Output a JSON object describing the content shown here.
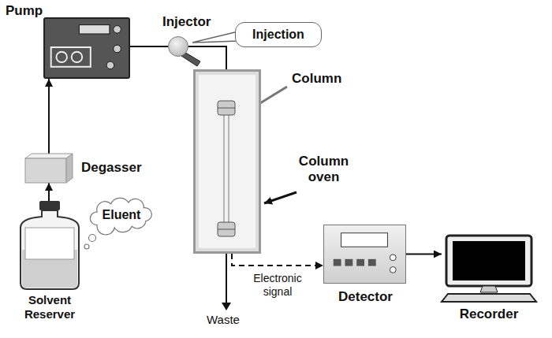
{
  "diagram": {
    "nodes": [
      {
        "text": [
          "Pump"
        ]
      },
      {
        "text": [
          "Injector"
        ]
      },
      {
        "text": [
          "Injection"
        ]
      },
      {
        "text": [
          "Column oven"
        ]
      },
      {
        "text": [
          "Column"
        ],
        "in": 3
      },
      {
        "text": [
          "Degasser"
        ]
      },
      {
        "text": [
          "Eluent"
        ]
      },
      {
        "text": [
          "Solvent Reserver"
        ]
      },
      {
        "text": [
          "Detector"
        ]
      },
      {
        "text": [
          "Recorder"
        ]
      }
    ],
    "edges": [
      {
        "from": 7,
        "to": 5,
        "arrow": "to"
      },
      {
        "from": 5,
        "to": 0,
        "arrow": "to"
      },
      {
        "from": 0,
        "to": 1,
        "arrow": "none"
      },
      {
        "from": 1,
        "to": 4,
        "arrow": "to"
      },
      {
        "from": 3,
        "to": 8,
        "label": "Electronic signal",
        "arrow": "to"
      },
      {
        "from": 8,
        "to": 9,
        "arrow": "to"
      }
    ],
    "labels": [
      "Waste"
    ]
  }
}
